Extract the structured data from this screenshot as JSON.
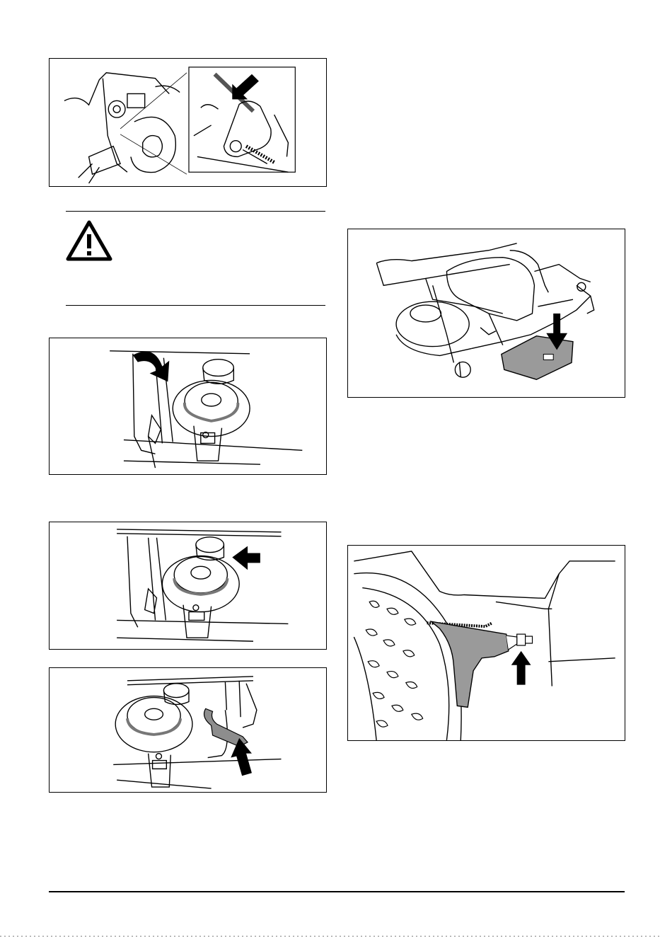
{
  "page": {
    "background": "#ffffff",
    "ink": "#000000",
    "accent_fill": "#9a9a9a"
  },
  "figures": [
    {
      "id": "fig-1",
      "subject": "deck-belt-tensioner-closeup",
      "icons": [
        "arrow-icon"
      ]
    },
    {
      "id": "fig-2",
      "subject": "belt-pulley-remove-cover",
      "icons": [
        "curved-arrow-icon"
      ]
    },
    {
      "id": "fig-3",
      "subject": "belt-pulley-idler",
      "icons": [
        "arrow-icon"
      ]
    },
    {
      "id": "fig-4",
      "subject": "belt-pulley-tool",
      "icons": [
        "arrow-icon"
      ]
    },
    {
      "id": "fig-5",
      "subject": "mower-deck-lowering",
      "icons": [
        "arrow-icon"
      ]
    },
    {
      "id": "fig-6",
      "subject": "wheel-bracket-adjustment",
      "icons": [
        "arrow-icon"
      ]
    }
  ],
  "warning": {
    "icon": "warning-triangle-icon"
  }
}
